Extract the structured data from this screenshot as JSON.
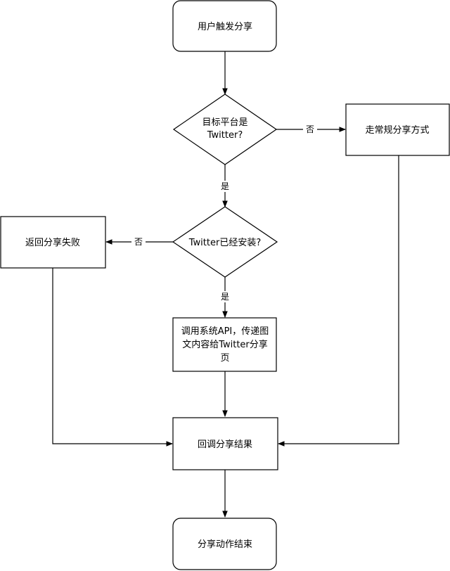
{
  "nodes": {
    "start": "用户触发分享",
    "is_twitter": [
      "目标平台是",
      "Twitter?"
    ],
    "normal_share": "走常规分享方式",
    "twitter_installed": "Twitter已经安装?",
    "return_fail": "返回分享失败",
    "call_api": [
      "调用系统API，传递图",
      "文内容给Twitter分享",
      "页"
    ],
    "callback": "回调分享结果",
    "end": "分享动作结束"
  },
  "edges": {
    "is_twitter_no": "否",
    "is_twitter_yes": "是",
    "installed_no": "否",
    "installed_yes": "是"
  },
  "colors": {
    "stroke": "#000000",
    "fill": "#ffffff",
    "text": "#000000"
  }
}
